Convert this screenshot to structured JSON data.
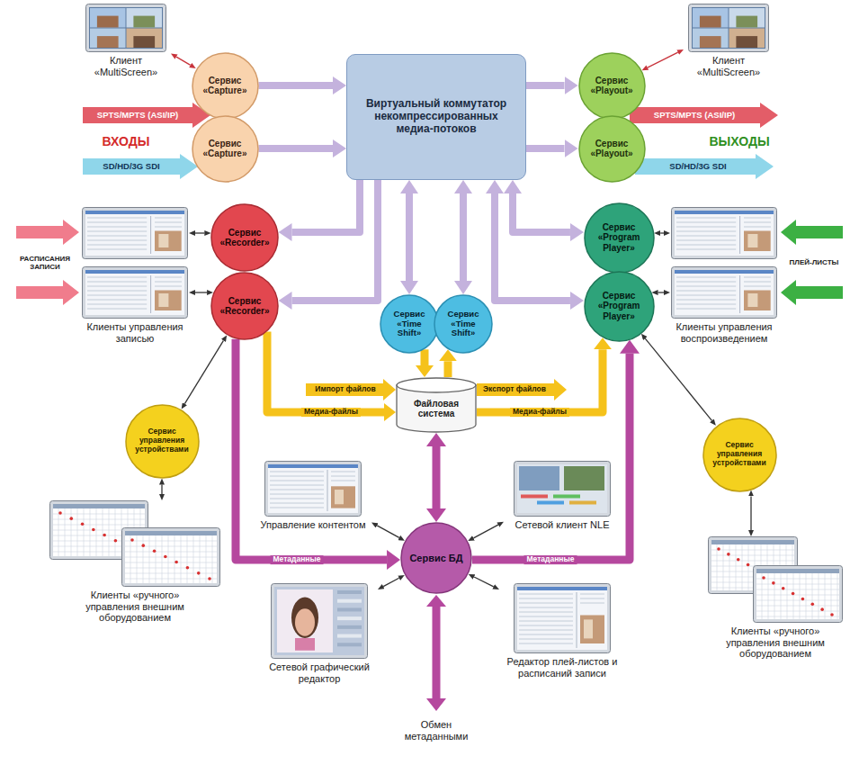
{
  "diagram": {
    "nodes": [
      {
        "text": [
          "Клиент «MultiScreen»"
        ]
      },
      {
        "text": [
          "Сервис «Capture»"
        ]
      },
      {
        "text": [
          "Виртуальный коммутатор некомпрессированных медиа-потоков"
        ]
      },
      {
        "text": [
          "Сервис «Playout»"
        ]
      },
      {
        "text": [
          "Клиент «MultiScreen»"
        ]
      },
      {
        "text": [
          "Сервис «Capture»"
        ]
      },
      {
        "text": [
          "Сервис «Playout»"
        ]
      },
      {
        "text": [
          "Клиенты управления записью"
        ]
      },
      {
        "text": [
          "Сервис «Recorder»"
        ]
      },
      {
        "text": [
          "Сервис «Program Player»"
        ]
      },
      {
        "text": [
          "Клиенты управления воспроизведением"
        ]
      },
      {
        "text": [
          "Сервис «Recorder»"
        ]
      },
      {
        "text": [
          "Сервис «Program Player»"
        ]
      },
      {
        "text": [
          "Сервис «Time Shift»"
        ]
      },
      {
        "text": [
          "Сервис «Time Shift»"
        ]
      },
      {
        "text": [
          "Файловая система"
        ]
      },
      {
        "text": [
          "Сервис управления устройствами"
        ]
      },
      {
        "text": [
          "Сервис управления устройствами"
        ]
      },
      {
        "text": [
          "Управление контентом"
        ]
      },
      {
        "text": [
          "Сетевой клиент NLE"
        ]
      },
      {
        "text": [
          "Клиенты «ручного» управления внешним оборудованием"
        ]
      },
      {
        "text": [
          "Сервис БД"
        ]
      },
      {
        "text": [
          "Сетевой графический редактор"
        ]
      },
      {
        "text": [
          "Редактор плей-листов и расписаний записи"
        ]
      },
      {
        "text": [
          "Клиенты «ручного» управления внешним оборудованием"
        ]
      }
    ],
    "edges": [
      {
        "from": 0,
        "to": 1,
        "arrow": "both"
      },
      {
        "from": 1,
        "to": 2,
        "arrow": "to"
      },
      {
        "from": 5,
        "to": 2,
        "arrow": "to"
      },
      {
        "from": 2,
        "to": 3,
        "arrow": "to"
      },
      {
        "from": 2,
        "to": 6,
        "arrow": "to"
      },
      {
        "from": 3,
        "to": 4,
        "arrow": "both"
      },
      {
        "from": 7,
        "to": 8,
        "arrow": "both"
      },
      {
        "from": 7,
        "to": 11,
        "arrow": "both"
      },
      {
        "from": 2,
        "to": 8,
        "arrow": "to"
      },
      {
        "from": 2,
        "to": 11,
        "arrow": "to"
      },
      {
        "from": 2,
        "to": 9,
        "arrow": "both"
      },
      {
        "from": 2,
        "to": 12,
        "arrow": "both"
      },
      {
        "from": 10,
        "to": 9,
        "arrow": "both"
      },
      {
        "from": 10,
        "to": 12,
        "arrow": "both"
      },
      {
        "from": 2,
        "to": 13,
        "arrow": "both"
      },
      {
        "from": 2,
        "to": 14,
        "arrow": "both"
      },
      {
        "from": 13,
        "to": 15,
        "arrow": "to"
      },
      {
        "from": 15,
        "to": 14,
        "arrow": "to"
      },
      {
        "from": 11,
        "to": 15,
        "arrow": "to",
        "label": "Медиа-файлы"
      },
      {
        "from": 15,
        "to": 12,
        "arrow": "to",
        "label": "Медиа-файлы"
      },
      {
        "from": 11,
        "to": 16,
        "arrow": "both"
      },
      {
        "from": 16,
        "to": 20,
        "arrow": "both"
      },
      {
        "from": 12,
        "to": 17,
        "arrow": "both"
      },
      {
        "from": 17,
        "to": 24,
        "arrow": "both"
      },
      {
        "from": 11,
        "to": 21,
        "arrow": "to",
        "label": "Метаданные"
      },
      {
        "from": 21,
        "to": 12,
        "arrow": "to",
        "label": "Метаданные"
      },
      {
        "from": 15,
        "to": 21,
        "arrow": "both"
      },
      {
        "from": 18,
        "to": 21,
        "arrow": "both"
      },
      {
        "from": 19,
        "to": 21,
        "arrow": "both"
      },
      {
        "from": 22,
        "to": 21,
        "arrow": "both"
      },
      {
        "from": 23,
        "to": 21,
        "arrow": "both"
      }
    ],
    "labels": [
      "SPTS/MPTS (ASI/IP)",
      "SPTS/MPTS (ASI/IP)",
      "ВХОДЫ",
      "ВЫХОДЫ",
      "SD/HD/3G SDI",
      "SD/HD/3G SDI",
      "РАСПИСАНИЯ ЗАПИСИ",
      "ПЛЕЙ-ЛИСТЫ",
      "Импорт файлов",
      "Экспорт файлов",
      "Обмен метаданными"
    ]
  }
}
